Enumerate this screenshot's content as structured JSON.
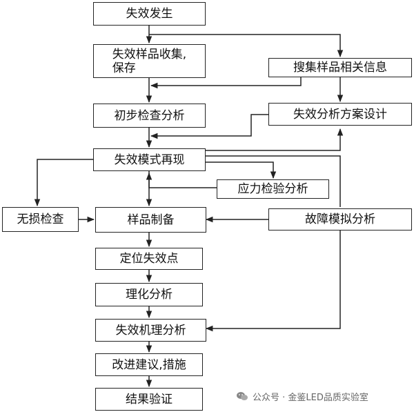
{
  "nodes": {
    "failure_occurs": "失效发生",
    "sample_collect": "失效样品收集,\n保存",
    "gather_info": "搜集样品相关信息",
    "preliminary": "初步检查分析",
    "plan_design": "失效分析方案设计",
    "mode_reproduce": "失效模式再现",
    "stress_test": "应力检验分析",
    "nondestructive": "无损检查",
    "sample_prep": "样品制备",
    "fault_sim": "故障模拟分析",
    "locate_point": "定位失效点",
    "physchem": "理化分析",
    "mechanism": "失效机理分析",
    "improve": "改进建议,措施",
    "verify": "结果验证"
  },
  "watermark": {
    "icon": "wechat-icon",
    "text": "公众号 · 金鉴LED品质实验室"
  }
}
